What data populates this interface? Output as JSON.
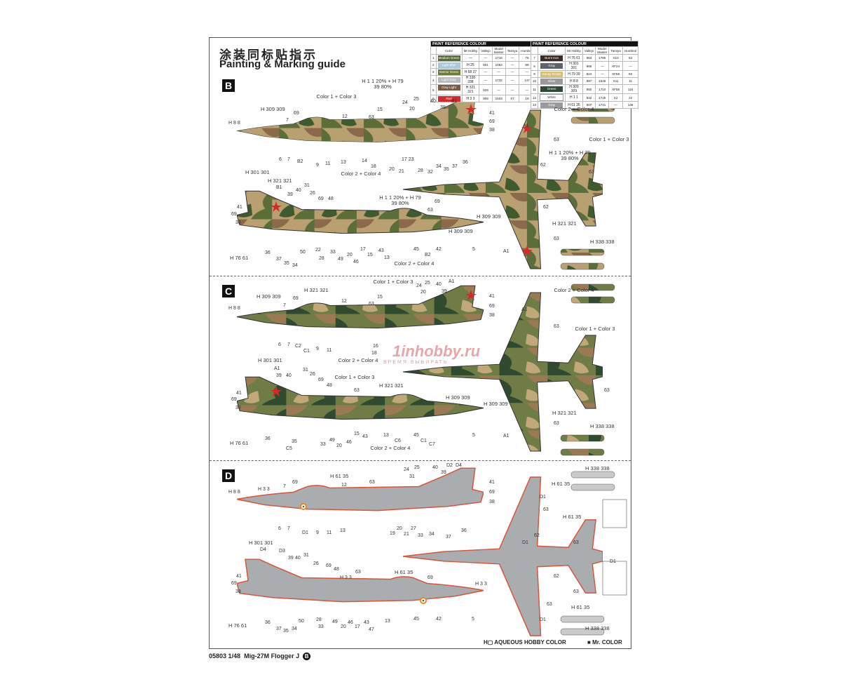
{
  "title_cn": "涂装同标贴指示",
  "title_en": "Painting & Marking guide",
  "paint_table": {
    "heading": "PAINT  REFERENCE COLOUR",
    "columns": [
      "",
      "Color",
      "Mr.Hobby",
      "Vallejo",
      "Model Master",
      "Tamiya",
      "Humbrol"
    ],
    "rows_left": [
      {
        "no": "1",
        "name": "Medium Green",
        "swatch": "#5a6b3c",
        "hobby": "—",
        "vallejo": "—",
        "mm": "1716",
        "tamiya": "—",
        "humbrol": "78"
      },
      {
        "no": "2",
        "name": "Light Blue",
        "swatch": "#a9c9dc",
        "hobby": "H 25",
        "vallejo": "901",
        "mm": "1062",
        "tamiya": "—",
        "humbrol": "89"
      },
      {
        "no": "3",
        "name": "Interior Green",
        "swatch": "#6d7a3a",
        "hobby": "H 58 27",
        "vallejo": "—",
        "mm": "—",
        "tamiya": "—",
        "humbrol": "—"
      },
      {
        "no": "4",
        "name": "Light Gray",
        "swatch": "#b8bcbc",
        "hobby": "H 338 338",
        "vallejo": "—",
        "mm": "1732",
        "tamiya": "—",
        "humbrol": "147"
      },
      {
        "no": "5",
        "name": "Gray Light Brown",
        "swatch": "#7a5a44",
        "hobby": "H 321 321",
        "vallejo": "929",
        "mm": "—",
        "tamiya": "—",
        "humbrol": "—"
      },
      {
        "no": "6",
        "name": "Red",
        "swatch": "#d42a2a",
        "hobby": "H 3 3",
        "vallejo": "908",
        "mm": "1503",
        "tamiya": "X7",
        "humbrol": "19"
      }
    ],
    "rows_right": [
      {
        "no": "7",
        "name": "Burnt Iron",
        "swatch": "#3a2a26",
        "hobby": "H 76 61",
        "vallejo": "863",
        "mm": "1785",
        "tamiya": "X10",
        "humbrol": "53"
      },
      {
        "no": "8",
        "name": "Gray",
        "swatch": "#606468",
        "hobby": "H 301 301",
        "vallejo": "866",
        "mm": "—",
        "tamiya": "XF24",
        "humbrol": "—"
      },
      {
        "no": "9",
        "name": "Sandy Brown",
        "swatch": "#d8c070",
        "hobby": "H 79 39",
        "vallejo": "824",
        "mm": "—",
        "tamiya": "XF59",
        "humbrol": "93"
      },
      {
        "no": "10",
        "name": "Silver",
        "swatch": "#9a9a9a",
        "hobby": "H 8 8",
        "vallejo": "997",
        "mm": "1546",
        "tamiya": "X11",
        "humbrol": "11"
      },
      {
        "no": "11",
        "name": "Green",
        "swatch": "#2e4a34",
        "hobby": "H 309 309",
        "vallejo": "850",
        "mm": "1710",
        "tamiya": "XF58",
        "humbrol": "116"
      },
      {
        "no": "12",
        "name": "White",
        "swatch": "#ffffff",
        "hobby": "H 1 1",
        "vallejo": "842",
        "mm": "1745",
        "tamiya": "X2",
        "humbrol": "22"
      },
      {
        "no": "13",
        "name": "Gray",
        "swatch": "#9a9a9e",
        "hobby": "H 61 35",
        "vallejo": "907",
        "mm": "1731",
        "tamiya": "—",
        "humbrol": "148"
      }
    ]
  },
  "sections": [
    {
      "letter": "B",
      "callouts": [
        "H 8 8",
        "H 309 309",
        "7",
        "69",
        "Color 1 + Color 3",
        "12",
        "15",
        "63",
        "H 1 1 20% + H 79 39 80%",
        "24",
        "25",
        "20",
        "40",
        "39",
        "B1",
        "41",
        "69",
        "38",
        "6",
        "7",
        "B2",
        "9",
        "11",
        "13",
        "14",
        "18",
        "Color 2 + Color 4",
        "20",
        "21",
        "17 23",
        "28",
        "32",
        "34",
        "35",
        "37",
        "36",
        "H 301 301",
        "H 321 321",
        "B1",
        "39",
        "40",
        "31",
        "26",
        "69",
        "48",
        "41",
        "69",
        "38",
        "H 76 61",
        "36",
        "37",
        "35",
        "34",
        "50",
        "22",
        "28",
        "33",
        "49",
        "20",
        "46",
        "17",
        "15",
        "43",
        "13",
        "45",
        "42",
        "5",
        "B2",
        "Color 2 + Color 4",
        "H 309 309",
        "H 1 1 20% + H 79 39 80%",
        "63",
        "69",
        "Color 2 + Color 4",
        "Color 1 + Color 3",
        "63",
        "A1",
        "62",
        "H 1 1 20% + H 79 39 80%",
        "63",
        "62",
        "H 309 309",
        "H 321 321",
        "63",
        "A1",
        "H 338 338"
      ]
    },
    {
      "letter": "C",
      "callouts": [
        "H 8 8",
        "H 309 309",
        "7",
        "69",
        "H 321 321",
        "12",
        "15",
        "63",
        "Color 1 + Color 3",
        "24",
        "25",
        "20",
        "40",
        "39",
        "A1",
        "41",
        "69",
        "38",
        "6",
        "7",
        "C2",
        "C1",
        "9",
        "11",
        "16",
        "18",
        "Color 2 + Color 4",
        "H 301 301",
        "A1",
        "39",
        "40",
        "31",
        "26",
        "69",
        "48",
        "41",
        "69",
        "38",
        "Color 1 + Color 3",
        "63",
        "H 321 321",
        "H 309 309",
        "H 76 61",
        "36",
        "C5",
        "35",
        "33",
        "49",
        "20",
        "46",
        "15",
        "43",
        "13",
        "C6",
        "45",
        "C1",
        "C7",
        "5",
        "Color 2 + Color 4",
        "Color 2 + Color 4",
        "Color 1 + Color 3",
        "63",
        "A1",
        "H 309 309",
        "63",
        "H 321 321",
        "A1",
        "63",
        "H 338 338"
      ]
    },
    {
      "letter": "D",
      "callouts": [
        "H 8 8",
        "H 3 3",
        "7",
        "69",
        "H 61 35",
        "12",
        "63",
        "24",
        "25",
        "31",
        "40",
        "39",
        "D2",
        "D4",
        "41",
        "69",
        "38",
        "6",
        "7",
        "D1",
        "9",
        "11",
        "13",
        "19",
        "20",
        "21",
        "27",
        "33",
        "34",
        "37",
        "36",
        "H 301 301",
        "D4",
        "D3",
        "39",
        "40",
        "31",
        "26",
        "69",
        "48",
        "41",
        "69",
        "38",
        "H 3 3",
        "63",
        "H 61 35",
        "69",
        "H 76 61",
        "36",
        "37",
        "35",
        "34",
        "50",
        "28",
        "33",
        "49",
        "20",
        "46",
        "17",
        "43",
        "47",
        "13",
        "45",
        "42",
        "5",
        "H 338 338",
        "H 61 35",
        "D1",
        "63",
        "H 61 35",
        "62",
        "63",
        "D1",
        "H 3 3",
        "62",
        "63",
        "D1",
        "H 61 35",
        "H 338 338",
        "D1",
        "63"
      ]
    }
  ],
  "legend": {
    "aqueous_icon": "H-box-icon",
    "aqueous": "AQUEOUS HOBBY COLOR",
    "mrcolor_icon": "black-box-icon",
    "mrcolor": "Mr. COLOR"
  },
  "watermark": {
    "main": "1inhobby.ru",
    "sub": "ВРЕМЯ ВЫБИРАТЬ"
  },
  "footer": {
    "code": "05803",
    "scale": "1/48",
    "model": "Mig-27M Flogger J",
    "sheet": "B"
  },
  "colors": {
    "green": "#5b6e3a",
    "dark_green": "#3e5a2e",
    "tan": "#b9a070",
    "brown": "#8a6a4a",
    "grey": "#a9adaf",
    "red": "#d8543a"
  }
}
